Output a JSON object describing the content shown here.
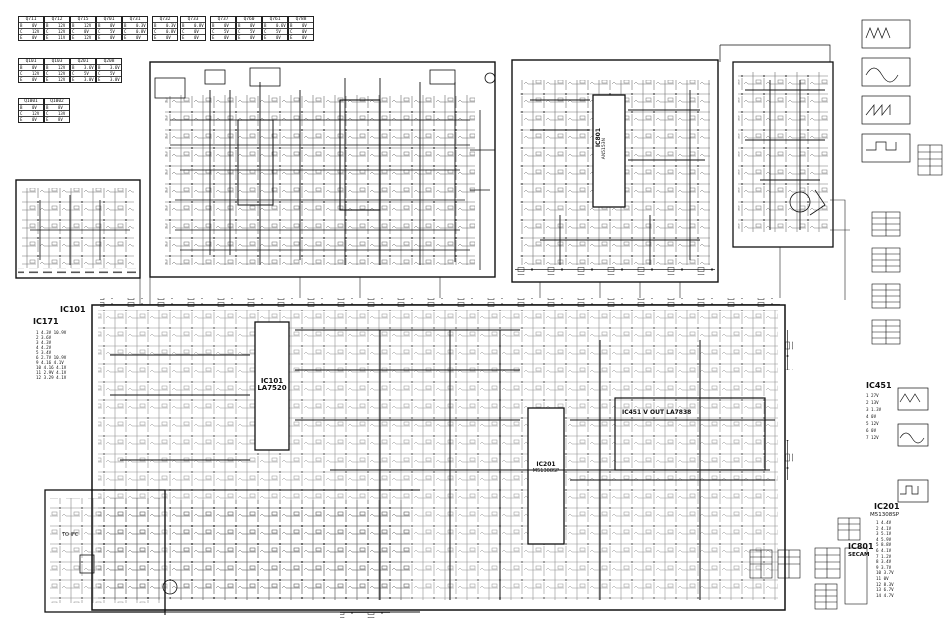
{
  "ic_labels": {
    "ic801": "IC801",
    "ic801_part": "AN5153N",
    "ic101": "IC101",
    "ic101_part": "LA7520",
    "ic201": "IC201",
    "ic201_part": "M51308SP",
    "ic451": "IC451 V OUT LA7838"
  },
  "side_labels": {
    "ic171": "IC171",
    "ic101_side": "IC101",
    "ic451_side": "IC451",
    "ic201_side": "IC201",
    "ic201_side_part": "M51308SP",
    "ic801_side": "IC801",
    "ic801_side_sub": "SECAM"
  },
  "small_text": {
    "to_ifc": "TO IFC",
    "ic101_pins": "1 4.3V 10.9V\n2 3.6V\n3 4.3V\n4 4.2V\n5 3.4V\n6 2.7V 10.9V\n9 4.16 4.1V\n10 4.16 4.1V\n11 2.9V 4.1V\n12 3.29 4.1V",
    "ic451_pins": "1 27V\n2 13V\n3 1.3V\n4 0V\n5 12V\n6 0V\n7 12V",
    "ic201_pins": "1 4.4V\n2 4.1V\n3 5.1V\n4 5.9V\n5 8.8V\n6 4.1V\n7 1.2V\n8 3.4V\n9 3.7V\n10 3.7V\n11 0V\n12 8.3V\n13 6.7V\n14 4.7V"
  },
  "voltage_tables": [
    {
      "name": "Q711",
      "cells": [
        "B",
        "0V",
        "C",
        "12V",
        "E",
        "0V"
      ]
    },
    {
      "name": "Q712",
      "cells": [
        "B",
        "12V",
        "C",
        "12V",
        "E",
        "11V"
      ]
    },
    {
      "name": "Q715",
      "cells": [
        "B",
        "12V",
        "C",
        "0V",
        "E",
        "12V"
      ]
    },
    {
      "name": "Q701",
      "cells": [
        "B",
        "0V",
        "C",
        "5V",
        "E",
        "0V"
      ]
    },
    {
      "name": "Q731",
      "cells": [
        "B",
        "0.3V",
        "C",
        "0.8V",
        "E",
        "0V"
      ]
    },
    {
      "name": "Q732",
      "cells": [
        "B",
        "0.3V",
        "C",
        "0.8V",
        "E",
        "0V"
      ]
    },
    {
      "name": "Q733",
      "cells": [
        "B",
        "0.8V",
        "C",
        "0V",
        "E",
        "0V"
      ]
    },
    {
      "name": "Q737",
      "cells": [
        "B",
        "0V",
        "C",
        "5V",
        "E",
        "0V"
      ]
    },
    {
      "name": "Q760",
      "cells": [
        "B",
        "0V",
        "C",
        "5V",
        "E",
        "0V"
      ]
    },
    {
      "name": "Q761",
      "cells": [
        "B",
        "0.6V",
        "C",
        "5V",
        "E",
        "0V"
      ]
    },
    {
      "name": "Q788",
      "cells": [
        "B",
        "0V",
        "C",
        "0V",
        "E",
        "0V"
      ]
    },
    {
      "name": "Q101",
      "cells": [
        "B",
        "0V",
        "C",
        "12V",
        "E",
        "0V"
      ]
    },
    {
      "name": "Q103",
      "cells": [
        "B",
        "12V",
        "C",
        "12V",
        "E",
        "12V"
      ]
    },
    {
      "name": "Q201",
      "cells": [
        "B",
        "3.6V",
        "C",
        "5V",
        "E",
        "3.0V"
      ]
    },
    {
      "name": "Q208",
      "cells": [
        "B",
        "3.6V",
        "C",
        "5V",
        "E",
        "3.0V"
      ]
    },
    {
      "name": "Q1001",
      "cells": [
        "B",
        "0V",
        "C",
        "12V",
        "E",
        "0V"
      ]
    },
    {
      "name": "Q1002",
      "cells": [
        "B",
        "8V",
        "C",
        "13V",
        "E",
        "8V"
      ]
    }
  ]
}
